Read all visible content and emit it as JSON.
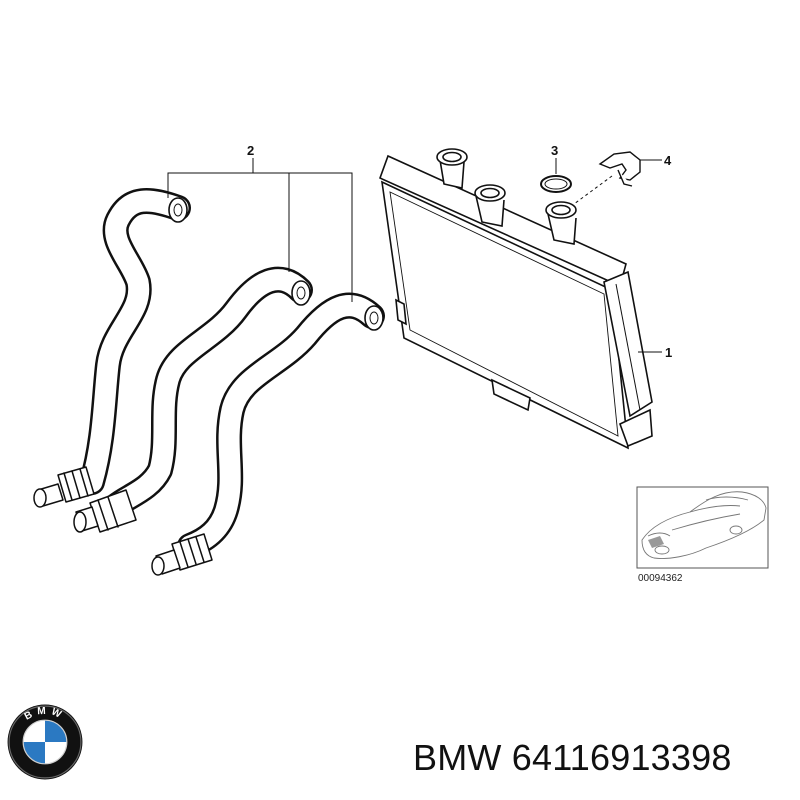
{
  "diagram": {
    "callouts": {
      "radiator": "1",
      "hoses": "2",
      "o_ring": "3",
      "clip": "4"
    },
    "car_thumbnail_code": "00094362"
  },
  "caption": {
    "brand": "BMW",
    "part_number": "64116913398"
  },
  "logo": {
    "letters": "BMW",
    "colors": {
      "ring": "#111111",
      "blue": "#2b79c2",
      "white": "#ffffff"
    }
  }
}
